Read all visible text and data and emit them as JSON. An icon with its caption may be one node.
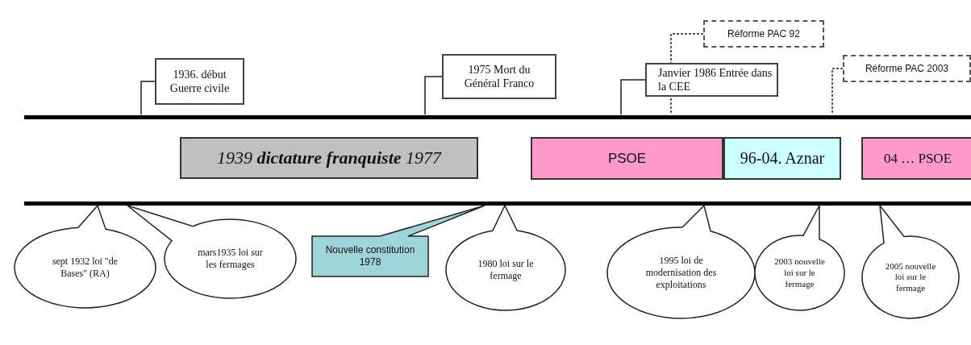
{
  "diagram": {
    "nodes": [
      {
        "text": [
          "1936. début Guerre civile"
        ]
      },
      {
        "text": [
          "1975 Mort du Général Franco"
        ]
      },
      {
        "text": [
          "Réforme PAC 92"
        ]
      },
      {
        "text": [
          "Janvier 1986 Entrée dans la CEE"
        ]
      },
      {
        "text": [
          "Réforme PAC 2003"
        ]
      },
      {
        "text": [
          "1939 **dictature franquiste** 1977"
        ]
      },
      {
        "text": [
          "PSOE"
        ]
      },
      {
        "text": [
          "96-04. Aznar"
        ]
      },
      {
        "text": [
          "04 … PSOE"
        ]
      },
      {
        "text": [
          "sept 1932 loi \"de Bases\" (RA)"
        ]
      },
      {
        "text": [
          "mars1935 loi sur les fermages"
        ]
      },
      {
        "text": [
          "Nouvelle constitution 1978"
        ]
      },
      {
        "text": [
          "1980 loi sur le fermage"
        ]
      },
      {
        "text": [
          "1995 loi de modernisation des exploitations"
        ]
      },
      {
        "text": [
          "2003 nouvelle loi sur le fermage"
        ]
      },
      {
        "text": [
          "2005 nouvelle loi sur le fermage"
        ]
      }
    ],
    "edges": [
      {
        "from": 0,
        "to": null,
        "arrow": "none"
      },
      {
        "from": 1,
        "to": null,
        "arrow": "none"
      },
      {
        "from": 2,
        "to": null,
        "arrow": "none",
        "style": "dashed"
      },
      {
        "from": 3,
        "to": null,
        "arrow": "none"
      },
      {
        "from": 4,
        "to": null,
        "arrow": "none",
        "style": "dashed"
      }
    ]
  }
}
